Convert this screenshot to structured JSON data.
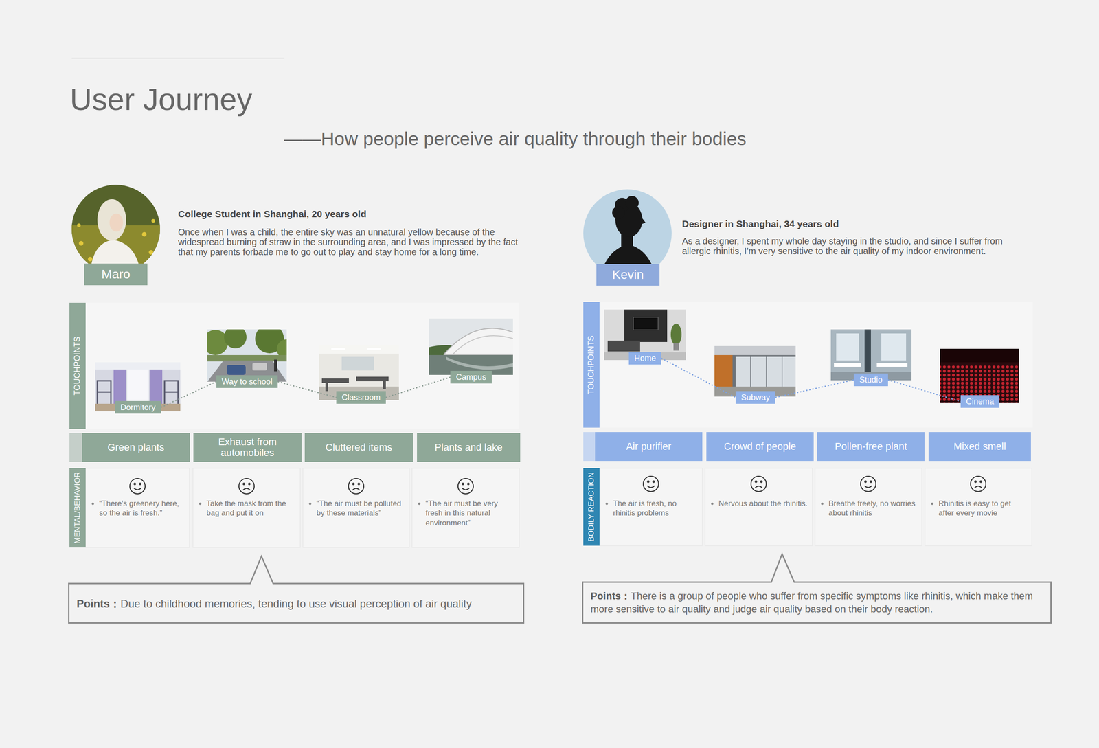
{
  "diagram": {
    "title": "User Journey",
    "nodes": [
      {
        "text": [
          "Maro"
        ]
      },
      {
        "text": [
          "TOUCHPOINTS"
        ]
      },
      {
        "text": [
          "Dormitory"
        ],
        "in": 1
      },
      {
        "text": [
          "Way to school"
        ],
        "in": 1
      },
      {
        "text": [
          "Classroom"
        ],
        "in": 1
      },
      {
        "text": [
          "Campus"
        ],
        "in": 1
      },
      {
        "text": [
          "Green plants"
        ]
      },
      {
        "text": [
          "Exhaust from automobiles"
        ]
      },
      {
        "text": [
          "Cluttered items"
        ]
      },
      {
        "text": [
          "Plants and lake"
        ]
      },
      {
        "text": [
          "MENTAL/BEHAVIOR"
        ]
      },
      {
        "text": [
          "“There's greenery here, so the air is fresh.”"
        ],
        "in": 10
      },
      {
        "text": [
          "Take the mask from the bag and put it on"
        ],
        "in": 10
      },
      {
        "text": [
          "“The air must be polluted by these materials”"
        ],
        "in": 10
      },
      {
        "text": [
          "“The air must be very fresh in this natural environment”"
        ],
        "in": 10
      },
      {
        "text": [
          "Points：",
          "Due to childhood memories, tending to use visual perception of air quality"
        ]
      },
      {
        "text": [
          "Kevin"
        ]
      },
      {
        "text": [
          "TOUCHPOINTS"
        ]
      },
      {
        "text": [
          "Home"
        ],
        "in": 17
      },
      {
        "text": [
          "Subway"
        ],
        "in": 17
      },
      {
        "text": [
          "Studio"
        ],
        "in": 17
      },
      {
        "text": [
          "Cinema"
        ],
        "in": 17
      },
      {
        "text": [
          "Air purifier"
        ]
      },
      {
        "text": [
          "Crowd of people"
        ]
      },
      {
        "text": [
          "Pollen-free plant"
        ]
      },
      {
        "text": [
          "Mixed smell"
        ]
      },
      {
        "text": [
          "BODILY REACTION"
        ]
      },
      {
        "text": [
          "The air is fresh, no rhinitis problems"
        ],
        "in": 26
      },
      {
        "text": [
          "Nervous about the rhinitis."
        ],
        "in": 26
      },
      {
        "text": [
          "Breathe freely, no worries about rhinitis"
        ],
        "in": 26
      },
      {
        "text": [
          "Rhinitis is easy to get after every movie"
        ],
        "in": 26
      },
      {
        "text": [
          "Points：",
          "There is a group of people who suffer from specific symptoms like rhinitis, which make them more sensitive to air quality and judge air quality based on their body reaction."
        ]
      }
    ],
    "edges": [
      {
        "from": 2,
        "to": 3,
        "arrow": "none"
      },
      {
        "from": 3,
        "to": 4,
        "arrow": "none"
      },
      {
        "from": 4,
        "to": 5,
        "arrow": "none"
      },
      {
        "from": 18,
        "to": 19,
        "arrow": "none"
      },
      {
        "from": 19,
        "to": 20,
        "arrow": "none"
      },
      {
        "from": 20,
        "to": 21,
        "arrow": "none"
      }
    ],
    "labels": [
      "——How people perceive air quality through their bodies",
      "College Student in Shanghai, 20 years old",
      "Once when I was a child, the entire sky was an unnatural yellow because of the widespread burning of straw in the surrounding area, and I was impressed by the fact that my parents forbade me to go out to play and stay home for a long time.",
      "Designer in Shanghai, 34 years old",
      "As a designer, I spent my whole day staying in the studio, and since I suffer from allergic rhinitis, I'm very sensitive to the air quality of my indoor environment."
    ]
  }
}
